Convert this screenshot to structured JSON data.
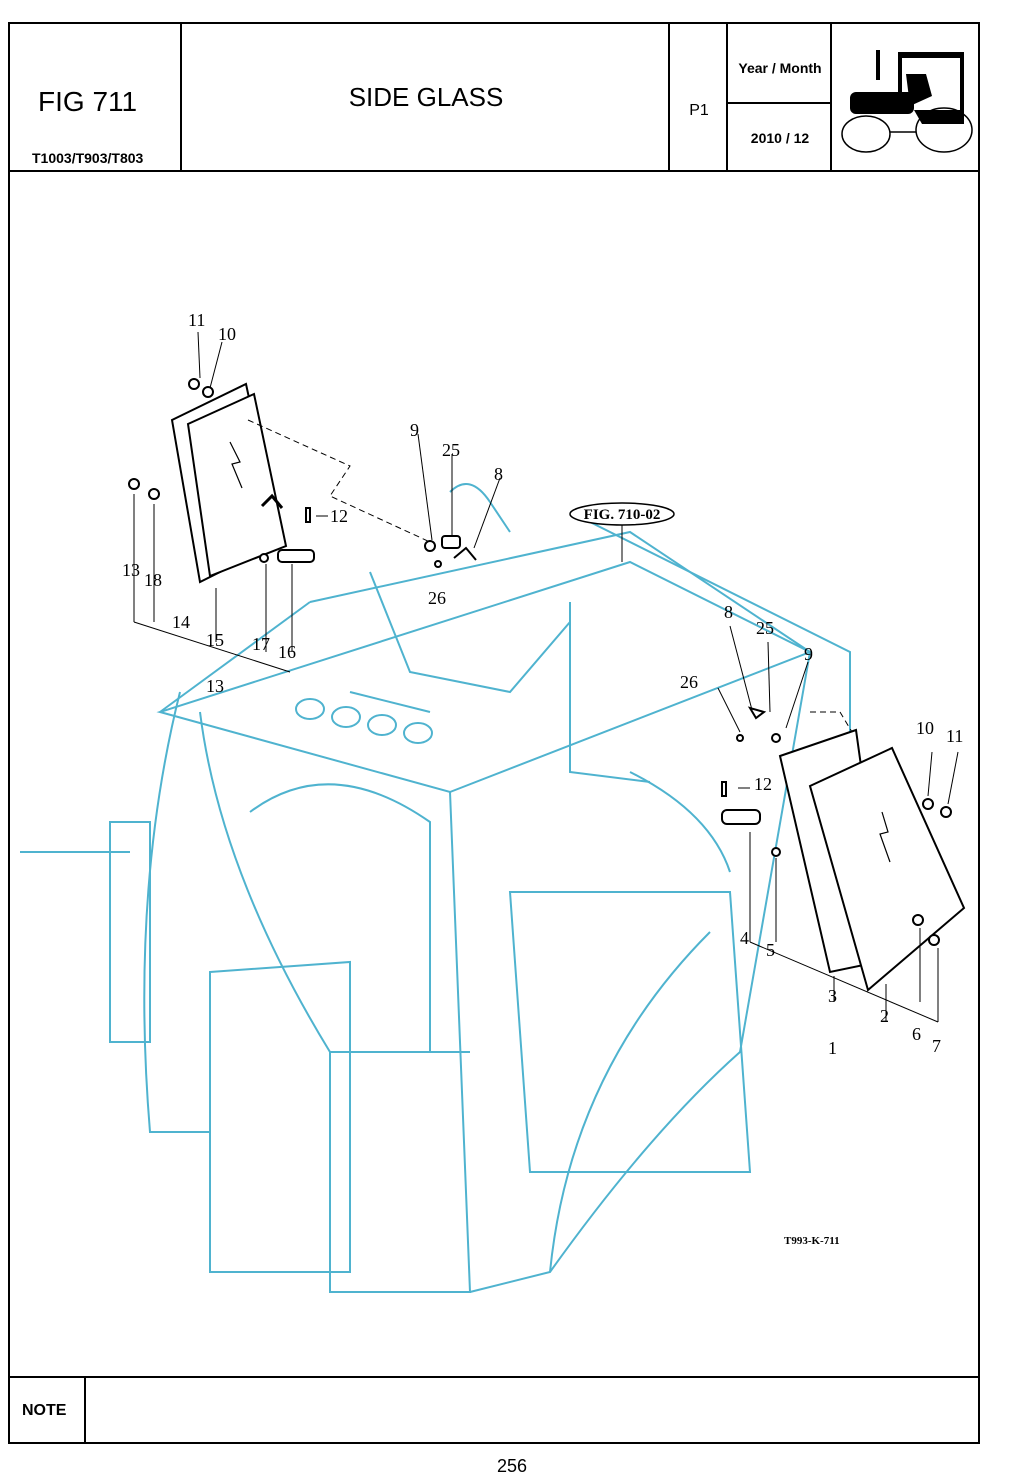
{
  "header": {
    "figure": "FIG 711",
    "model": "T1003/T903/T803",
    "title": "SIDE GLASS",
    "page_code": "P1",
    "year_month_label": "Year / Month",
    "year_month_value": "2010 / 12"
  },
  "diagram": {
    "reference": "FIG. 710-02",
    "drawing_code": "T993-K-711",
    "callouts_left": [
      "11",
      "10",
      "9",
      "25",
      "8",
      "12",
      "13",
      "18",
      "26",
      "14",
      "15",
      "17",
      "16",
      "13"
    ],
    "callouts_right": [
      "8",
      "25",
      "9",
      "26",
      "10",
      "11",
      "12",
      "4",
      "5",
      "3",
      "2",
      "6",
      "7",
      "1"
    ]
  },
  "footer": {
    "note_label": "NOTE",
    "page_number": "256"
  },
  "colors": {
    "line_art": "#4fb3cf",
    "border": "#000000"
  }
}
